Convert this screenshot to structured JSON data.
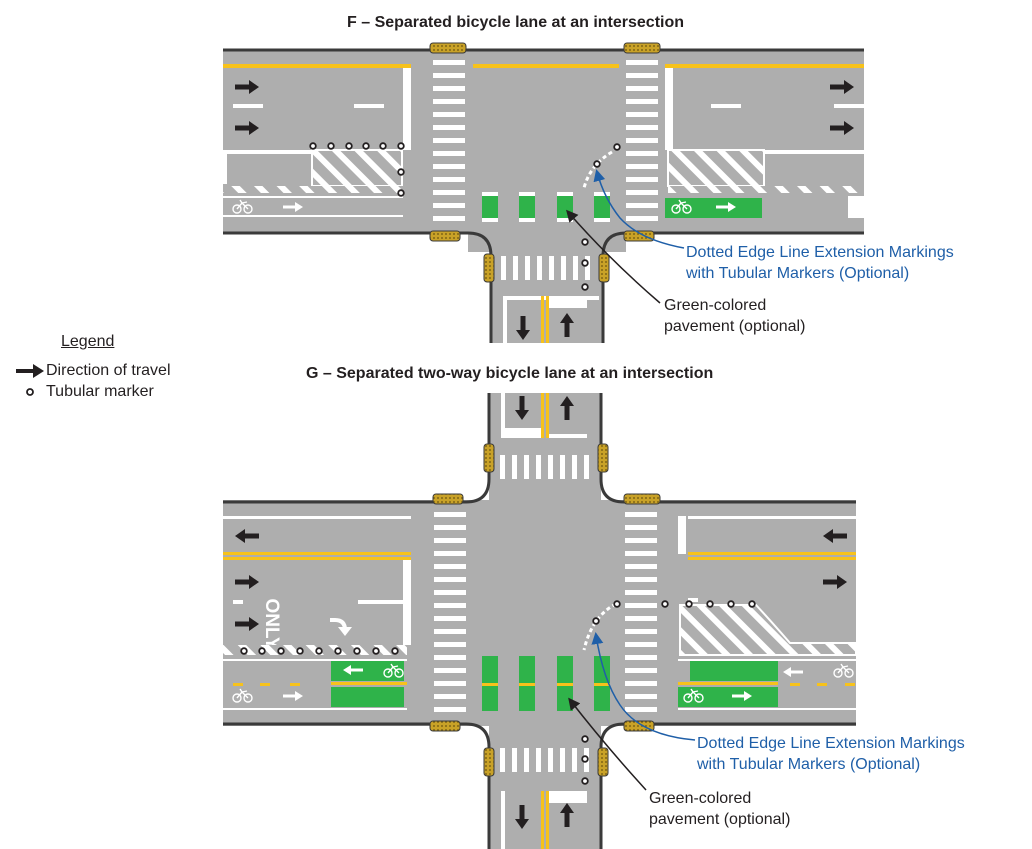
{
  "diagram_f": {
    "title": "F – Separated bicycle lane at an intersection",
    "callout_edge_line": [
      "Dotted Edge Line Extension Markings",
      "with Tubular Markers (Optional)"
    ],
    "callout_green": [
      "Green-colored",
      "pavement (optional)"
    ]
  },
  "diagram_g": {
    "title": "G – Separated two-way bicycle lane at an intersection",
    "callout_edge_line": [
      "Dotted Edge Line Extension Markings",
      "with Tubular Markers (Optional)"
    ],
    "callout_green": [
      "Green-colored",
      "pavement (optional)"
    ],
    "pavement_text": "ONLY"
  },
  "legend": {
    "heading": "Legend",
    "items": [
      {
        "icon": "arrow-icon",
        "label": "Direction of travel"
      },
      {
        "icon": "tubular-marker-icon",
        "label": "Tubular marker"
      }
    ]
  },
  "colors": {
    "pavement": "#aeaeae",
    "curb": "#3a3a3a",
    "yellow": "#f7c21b",
    "green": "#2fb34a",
    "callout_blue": "#1f5fa8",
    "tactile_pad": "#c9a227"
  }
}
